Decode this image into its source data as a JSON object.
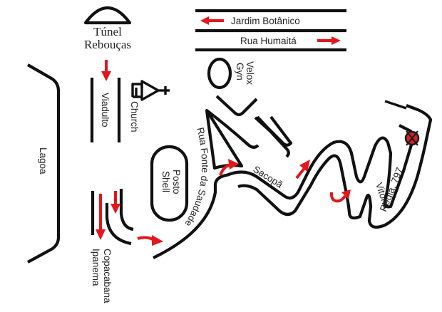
{
  "map": {
    "title": "Directions map to Vitória Régia, 797",
    "colors": {
      "road": "#111111",
      "arrow": "#e3161b",
      "destination_marker": "#d42027",
      "text": "#222222"
    },
    "labels": {
      "jardim_botanico": "Jardim Botânico",
      "rua_humaita": "Rua Humaitá",
      "tunel_line1": "Túnel",
      "tunel_line2": "Rebouças",
      "viadulto": "Viadulto",
      "church": "Church",
      "lagoa": "Lagoa",
      "velox_line1": "Velox",
      "velox_line2": "Gyn",
      "posto_line1": "Posto",
      "posto_line2": "Shell",
      "copacabana": "Copacabana",
      "ipanema": "Ipanema",
      "rua_fonte_da_saudade": "Rua Fonte da Saudade",
      "sacopa": "Sacopã",
      "vitoria": "Vitória",
      "regia": "Regia, 797"
    },
    "icons": {
      "tunnel": "tunnel-icon",
      "church": "church-icon",
      "destination": "destination-x-marker-icon"
    },
    "arrows": [
      {
        "id": "jardim-botanico-direction",
        "direction": "left"
      },
      {
        "id": "rua-humaita-direction",
        "direction": "right"
      },
      {
        "id": "tunnel-exit",
        "direction": "down"
      },
      {
        "id": "copacabana-lane-1",
        "direction": "down"
      },
      {
        "id": "copacabana-lane-2",
        "direction": "down"
      },
      {
        "id": "turn-onto-fonte-da-saudade",
        "direction": "right"
      },
      {
        "id": "turn-onto-sacopa",
        "direction": "right"
      },
      {
        "id": "sacopa-uphill",
        "direction": "up-right"
      },
      {
        "id": "sacopa-hairpin",
        "direction": "u-turn-up"
      }
    ]
  }
}
